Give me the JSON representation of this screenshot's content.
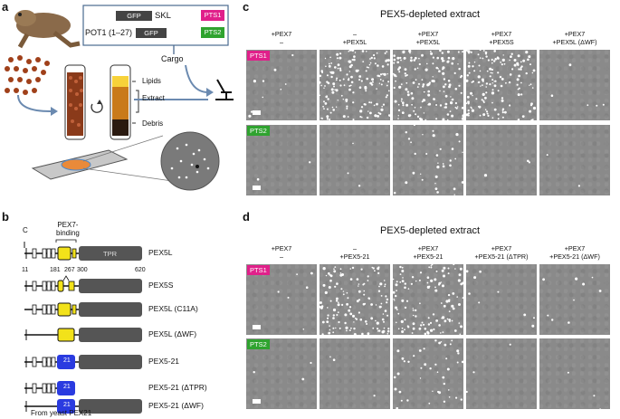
{
  "panels": {
    "a": {
      "letter": "a",
      "cargo_box": {
        "row1": {
          "gfp": "GFP",
          "tag": "SKL",
          "pts": "PTS1"
        },
        "row2": {
          "label": "POT1 (1–27)",
          "gfp": "GFP",
          "pts": "PTS2"
        },
        "caption": "Cargo"
      },
      "tube_labels": [
        "Lipids",
        "Extract",
        "Debris"
      ]
    },
    "b": {
      "letter": "b",
      "top_labels": {
        "c_site": "C",
        "binding": "PEX7-\nbinding",
        "tpr": "TPR"
      },
      "positions": [
        "11",
        "181",
        "267",
        "300",
        "620"
      ],
      "constructs": [
        {
          "name": "PEX5L"
        },
        {
          "name": "PEX5S"
        },
        {
          "name": "PEX5L (C11A)"
        },
        {
          "name": "PEX5L (ΔWF)"
        },
        {
          "name": "PEX5-21",
          "domain": "21"
        },
        {
          "name": "PEX5-21 (ΔTPR)",
          "domain": "21"
        },
        {
          "name": "PEX5-21 (ΔWF)",
          "domain": "21"
        }
      ],
      "footer": "From yeast PEX21"
    },
    "c": {
      "letter": "c",
      "title": "PEX5-depleted extract",
      "columns": [
        {
          "l1": "+PEX7",
          "l2": "–"
        },
        {
          "l1": "–",
          "l2": "+PEX5L"
        },
        {
          "l1": "+PEX7",
          "l2": "+PEX5L"
        },
        {
          "l1": "+PEX7",
          "l2": "+PEX5S"
        },
        {
          "l1": "+PEX7",
          "l2": "+PEX5L (ΔWF)"
        }
      ],
      "row_tags": [
        "PTS1",
        "PTS2"
      ]
    },
    "d": {
      "letter": "d",
      "title": "PEX5-depleted extract",
      "columns": [
        {
          "l1": "+PEX7",
          "l2": "–"
        },
        {
          "l1": "–",
          "l2": "+PEX5-21"
        },
        {
          "l1": "+PEX7",
          "l2": "+PEX5-21"
        },
        {
          "l1": "+PEX7",
          "l2": "+PEX5-21 (ΔTPR)"
        },
        {
          "l1": "+PEX7",
          "l2": "+PEX5-21 (ΔWF)"
        }
      ],
      "row_tags": [
        "PTS1",
        "PTS2"
      ]
    }
  },
  "colors": {
    "pts1": "#e0208a",
    "pts2": "#2fa32f",
    "binding_yellow": "#f2e21a",
    "domain_blue": "#2a3be0",
    "tpr_grey": "#555555"
  }
}
